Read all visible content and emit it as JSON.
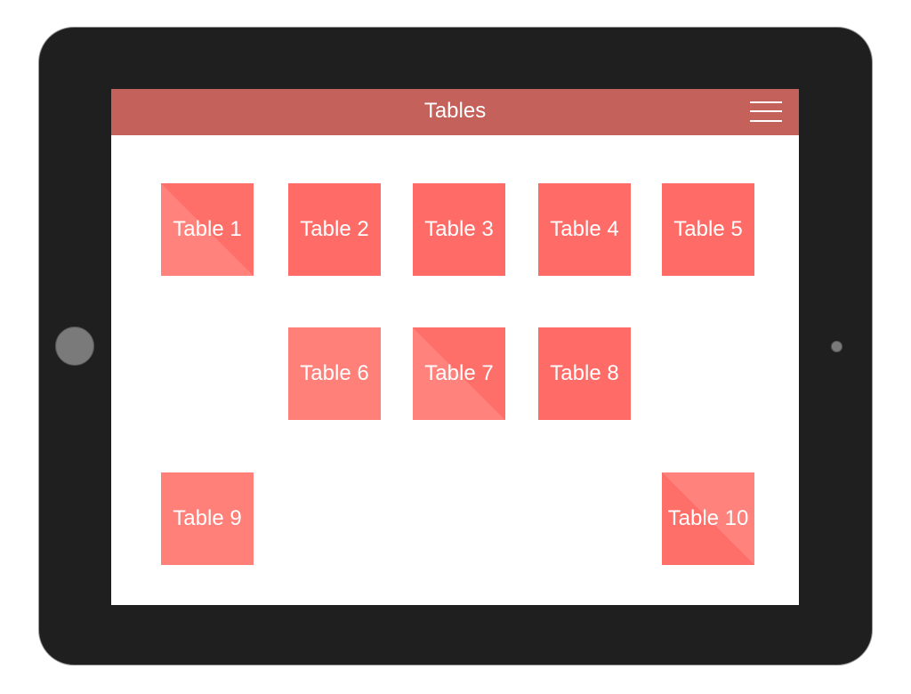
{
  "header": {
    "title": "Tables"
  },
  "icons": {
    "menu": "hamburger-menu-icon"
  },
  "colors": {
    "device_frame": "#1f1f1f",
    "header": "#c4615a",
    "tile": "#ff736e",
    "text": "#ffffff"
  },
  "tables": [
    {
      "label": "Table 1"
    },
    {
      "label": "Table 2"
    },
    {
      "label": "Table 3"
    },
    {
      "label": "Table 4"
    },
    {
      "label": "Table 5"
    },
    {
      "label": "Table 6"
    },
    {
      "label": "Table 7"
    },
    {
      "label": "Table 8"
    },
    {
      "label": "Table 9"
    },
    {
      "label": "Table 10"
    }
  ]
}
